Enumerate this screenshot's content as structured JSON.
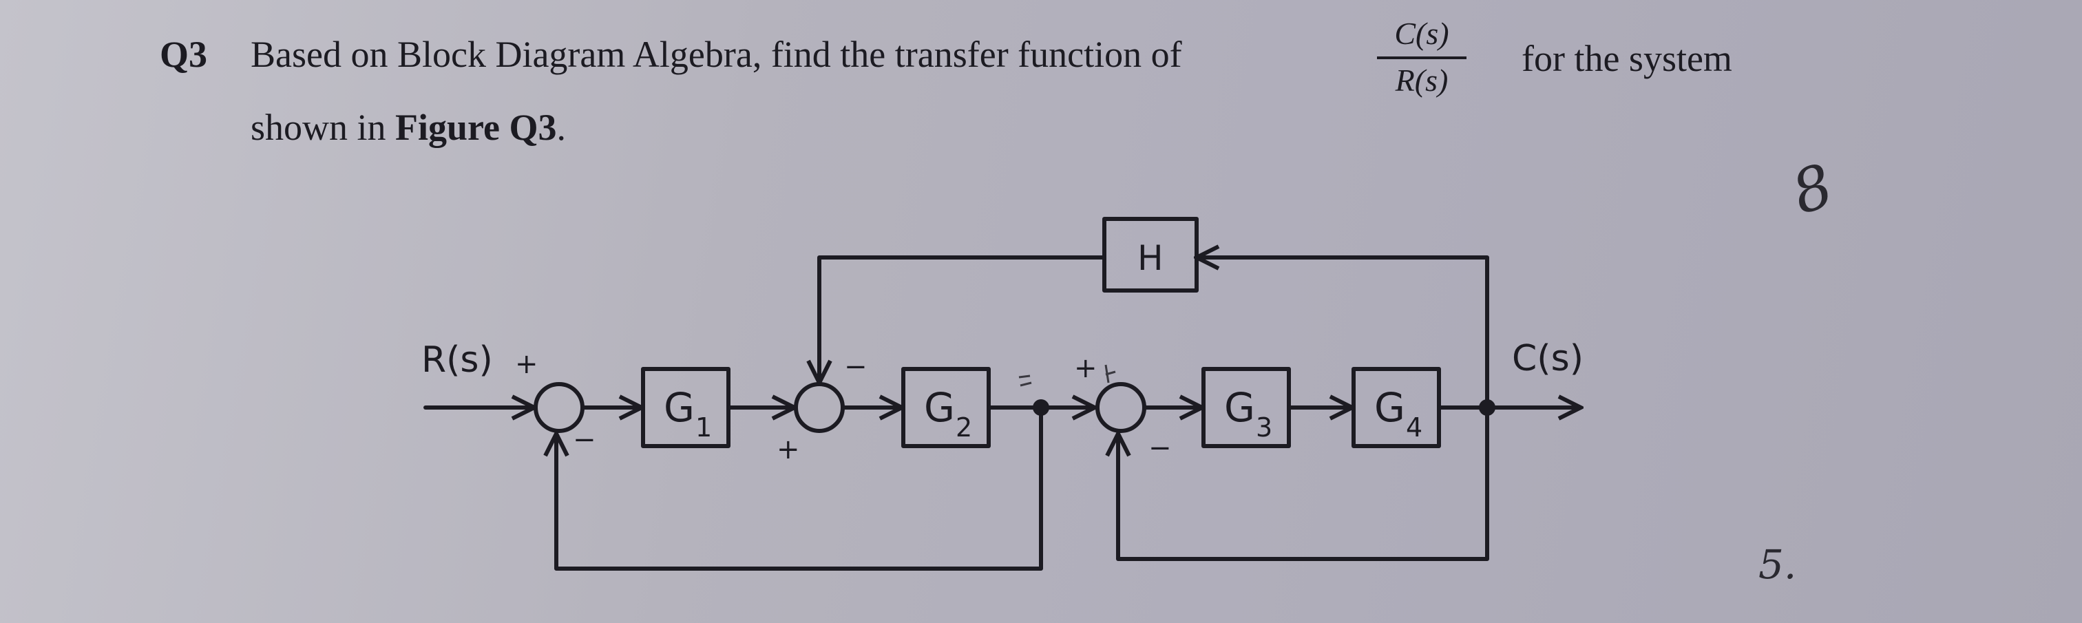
{
  "question": {
    "number": "Q3",
    "text_line1": "Based on Block Diagram Algebra, find the transfer function of",
    "fraction_numerator": "C(s)",
    "fraction_denominator": "R(s)",
    "text_line1_tail": "for the system",
    "text_line2_prefix": "shown in ",
    "text_line2_bold": "Figure Q3",
    "text_line2_suffix": "."
  },
  "diagram": {
    "input_label": "R(s)",
    "output_label": "C(s)",
    "blocks": [
      {
        "id": "G1",
        "label": "G",
        "subscript": "1"
      },
      {
        "id": "G2",
        "label": "G",
        "subscript": "2"
      },
      {
        "id": "G3",
        "label": "G",
        "subscript": "3"
      },
      {
        "id": "G4",
        "label": "G",
        "subscript": "4"
      },
      {
        "id": "H",
        "label": "H",
        "subscript": ""
      }
    ],
    "signs": {
      "sum1_input": "+",
      "sum1_feedback": "−",
      "sum2_feedback_top": "−",
      "sum2_bottom": "+",
      "sum3_input": "+",
      "sum3_feedback": "−"
    }
  },
  "handwriting": {
    "top_right": "8",
    "bottom_right": "5."
  }
}
